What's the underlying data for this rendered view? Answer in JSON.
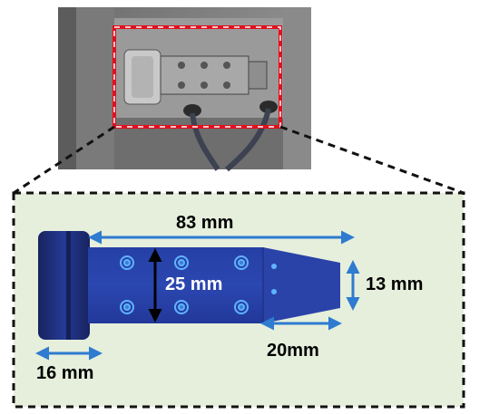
{
  "colors": {
    "page_background": "#ffffff",
    "panel_background": "#e6efdc",
    "part_dark": "#1f2f80",
    "part_body": "#2a43a8",
    "arrow_blue": "#2e7bd0",
    "hole_ring": "#5fb3ff",
    "highlight_red": "#e0101e",
    "dash_black": "#111111"
  },
  "photo": {
    "description_icon": "machine-photo"
  },
  "dimensions": {
    "length_total": "83 mm",
    "body_diameter": "25 mm",
    "tip_diameter": "13 mm",
    "tip_length": "20mm",
    "head_length": "16 mm"
  }
}
